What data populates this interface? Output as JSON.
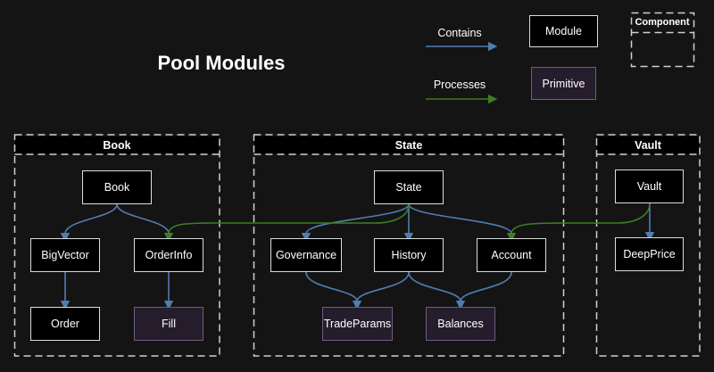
{
  "title": "Pool Modules",
  "legend": {
    "contains_label": "Contains",
    "processes_label": "Processes",
    "module_label": "Module",
    "primitive_label": "Primitive",
    "component_label": "Component"
  },
  "colors": {
    "background": "#141414",
    "node_fill": "#000000",
    "node_border": "#dcdcdc",
    "primitive_fill": "#251d2c",
    "primitive_border": "#6f5c81",
    "contains_arrow": "#517cb0",
    "processes_arrow": "#3c7f23",
    "container_dash": "#cfcfcf",
    "text": "#ffffff"
  },
  "containers": [
    {
      "title": "Book",
      "nodes": [
        {
          "label": "Book",
          "type": "module"
        },
        {
          "label": "BigVector",
          "type": "module"
        },
        {
          "label": "OrderInfo",
          "type": "module"
        },
        {
          "label": "Order",
          "type": "module"
        },
        {
          "label": "Fill",
          "type": "primitive"
        }
      ]
    },
    {
      "title": "State",
      "nodes": [
        {
          "label": "State",
          "type": "module"
        },
        {
          "label": "Governance",
          "type": "module"
        },
        {
          "label": "History",
          "type": "module"
        },
        {
          "label": "Account",
          "type": "module"
        },
        {
          "label": "TradeParams",
          "type": "primitive"
        },
        {
          "label": "Balances",
          "type": "primitive"
        }
      ]
    },
    {
      "title": "Vault",
      "nodes": [
        {
          "label": "Vault",
          "type": "module"
        },
        {
          "label": "DeepPrice",
          "type": "module"
        }
      ]
    }
  ],
  "edges": [
    {
      "from": "Book",
      "to": "BigVector",
      "type": "contains"
    },
    {
      "from": "Book",
      "to": "OrderInfo",
      "type": "contains"
    },
    {
      "from": "BigVector",
      "to": "Order",
      "type": "contains"
    },
    {
      "from": "OrderInfo",
      "to": "Fill",
      "type": "contains"
    },
    {
      "from": "State",
      "to": "Governance",
      "type": "contains"
    },
    {
      "from": "State",
      "to": "History",
      "type": "contains"
    },
    {
      "from": "State",
      "to": "Account",
      "type": "contains"
    },
    {
      "from": "Governance",
      "to": "TradeParams",
      "type": "contains"
    },
    {
      "from": "History",
      "to": "TradeParams",
      "type": "contains"
    },
    {
      "from": "History",
      "to": "Balances",
      "type": "contains"
    },
    {
      "from": "Account",
      "to": "Balances",
      "type": "contains"
    },
    {
      "from": "Vault",
      "to": "DeepPrice",
      "type": "contains"
    },
    {
      "from": "State",
      "to": "OrderInfo",
      "type": "processes"
    },
    {
      "from": "Vault",
      "to": "Account",
      "type": "processes"
    }
  ]
}
